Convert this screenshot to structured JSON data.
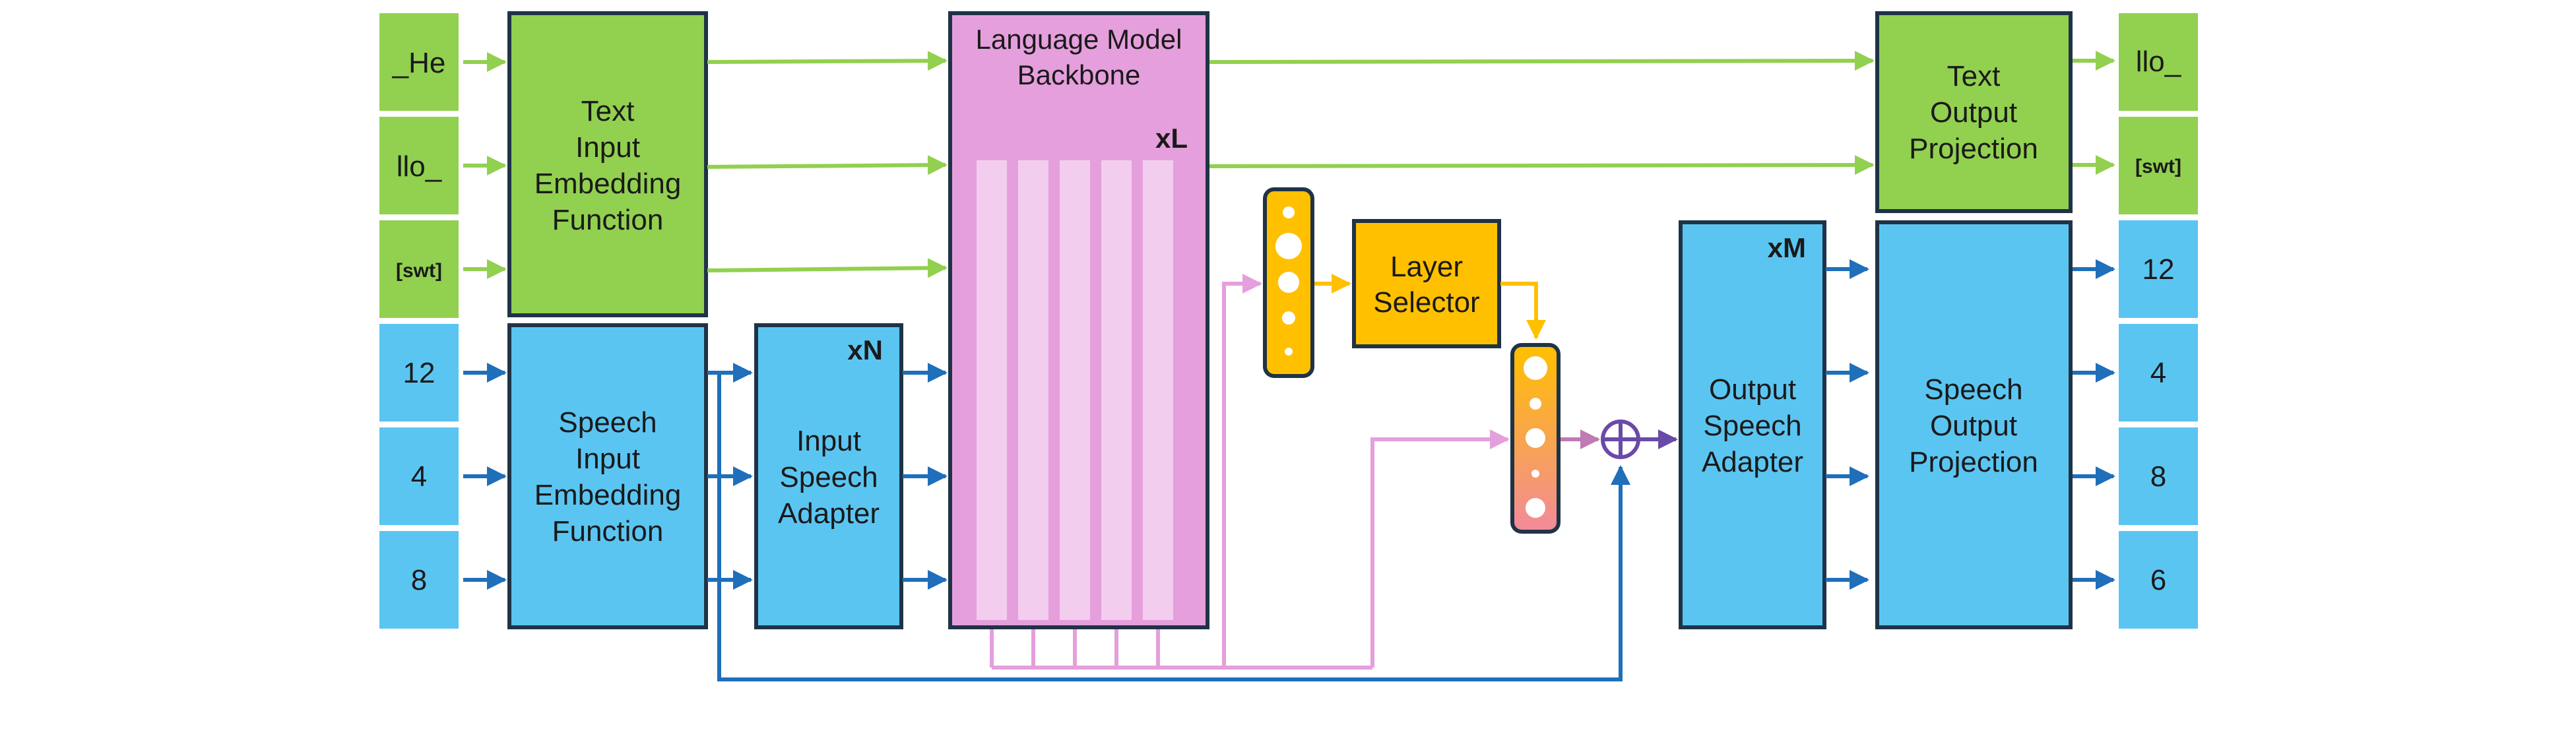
{
  "colors": {
    "green": "#92d050",
    "blue": "#5bc5f2",
    "pink": "#e59fdc",
    "pink_column": "#f3cdee",
    "yellow": "#ffc000",
    "orange_top": "#ffc000",
    "orange_bottom": "#f28a9a",
    "green_arrow": "#92d050",
    "blue_arrow": "#1f6fba",
    "pink_arrow": "#e59fdc",
    "purple": "#6a4aa8",
    "border": "#1f3347"
  },
  "inputs": {
    "text_tokens": [
      "_He",
      "llo_",
      "[swt]"
    ],
    "speech_tokens": [
      "12",
      "4",
      "8"
    ]
  },
  "outputs": {
    "text_tokens": [
      "llo_",
      "[swt]"
    ],
    "speech_tokens": [
      "12",
      "4",
      "8",
      "6"
    ]
  },
  "blocks": {
    "text_input_embedding": [
      "Text",
      "Input",
      "Embedding",
      "Function"
    ],
    "speech_input_embedding": [
      "Speech",
      "Input",
      "Embedding",
      "Function"
    ],
    "input_speech_adapter": {
      "lines": [
        "Input",
        "Speech",
        "Adapter"
      ],
      "repeat": "xN"
    },
    "language_model": {
      "lines": [
        "Language Model",
        "Backbone"
      ],
      "repeat": "xL"
    },
    "layer_selector": [
      "Layer",
      "Selector"
    ],
    "output_speech_adapter": {
      "lines": [
        "Output",
        "Speech",
        "Adapter"
      ],
      "repeat": "xM"
    },
    "text_output_projection": [
      "Text",
      "Output",
      "Projection"
    ],
    "speech_output_projection": [
      "Speech",
      "Output",
      "Projection"
    ]
  },
  "icons": {
    "sum": "circle-plus-icon"
  }
}
